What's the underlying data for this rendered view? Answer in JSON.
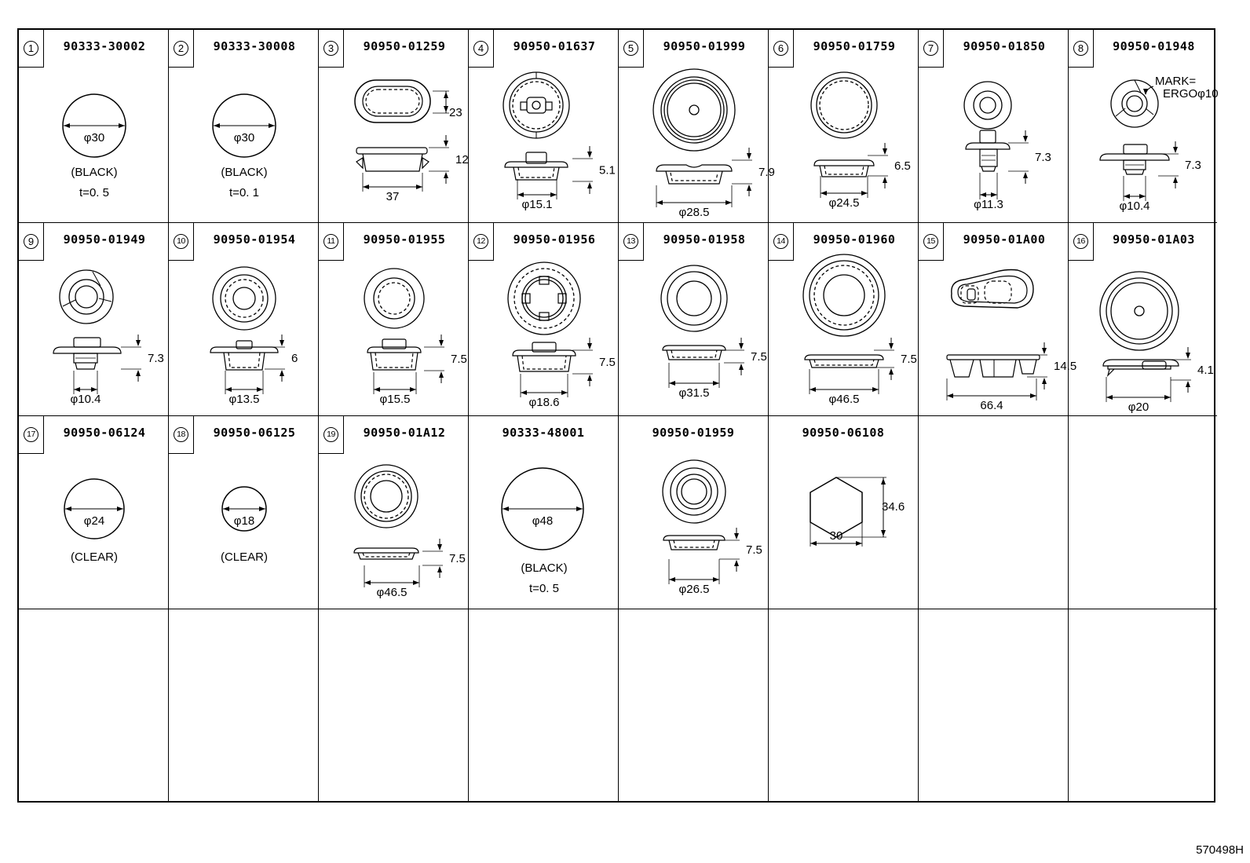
{
  "reference_id": "570498H",
  "parts": [
    {
      "index": "1",
      "part_number": "90333-30002",
      "dims": [
        "φ30"
      ],
      "notes": [
        "(BLACK)",
        "t=0. 5"
      ]
    },
    {
      "index": "2",
      "part_number": "90333-30008",
      "dims": [
        "φ30"
      ],
      "notes": [
        "(BLACK)",
        "t=0. 1"
      ]
    },
    {
      "index": "3",
      "part_number": "90950-01259",
      "dims": [
        "23",
        "12",
        "37"
      ],
      "notes": []
    },
    {
      "index": "4",
      "part_number": "90950-01637",
      "dims": [
        "5.1",
        "φ15.1"
      ],
      "notes": []
    },
    {
      "index": "5",
      "part_number": "90950-01999",
      "dims": [
        "7.9",
        "φ28.5"
      ],
      "notes": []
    },
    {
      "index": "6",
      "part_number": "90950-01759",
      "dims": [
        "6.5",
        "φ24.5"
      ],
      "notes": []
    },
    {
      "index": "7",
      "part_number": "90950-01850",
      "dims": [
        "7.3",
        "φ11.3"
      ],
      "notes": []
    },
    {
      "index": "8",
      "part_number": "90950-01948",
      "dims": [
        "7.3",
        "φ10.4"
      ],
      "notes": [
        "MARK=",
        "ERGOφ10"
      ]
    },
    {
      "index": "9",
      "part_number": "90950-01949",
      "dims": [
        "7.3",
        "φ10.4"
      ],
      "notes": []
    },
    {
      "index": "10",
      "part_number": "90950-01954",
      "dims": [
        "6",
        "φ13.5"
      ],
      "notes": []
    },
    {
      "index": "11",
      "part_number": "90950-01955",
      "dims": [
        "7.5",
        "φ15.5"
      ],
      "notes": []
    },
    {
      "index": "12",
      "part_number": "90950-01956",
      "dims": [
        "7.5",
        "φ18.6"
      ],
      "notes": []
    },
    {
      "index": "13",
      "part_number": "90950-01958",
      "dims": [
        "7.5",
        "φ31.5"
      ],
      "notes": []
    },
    {
      "index": "14",
      "part_number": "90950-01960",
      "dims": [
        "7.5",
        "φ46.5"
      ],
      "notes": []
    },
    {
      "index": "15",
      "part_number": "90950-01A00",
      "dims": [
        "14.5",
        "66.4"
      ],
      "notes": []
    },
    {
      "index": "16",
      "part_number": "90950-01A03",
      "dims": [
        "4.1",
        "φ20"
      ],
      "notes": []
    },
    {
      "index": "17",
      "part_number": "90950-06124",
      "dims": [
        "φ24"
      ],
      "notes": [
        "(CLEAR)"
      ]
    },
    {
      "index": "18",
      "part_number": "90950-06125",
      "dims": [
        "φ18"
      ],
      "notes": [
        "(CLEAR)"
      ]
    },
    {
      "index": "19",
      "part_number": "90950-01A12",
      "dims": [
        "7.5",
        "φ46.5"
      ],
      "notes": []
    },
    {
      "index": "",
      "part_number": "90333-48001",
      "dims": [
        "φ48"
      ],
      "notes": [
        "(BLACK)",
        "t=0. 5"
      ]
    },
    {
      "index": "",
      "part_number": "90950-01959",
      "dims": [
        "7.5",
        "φ26.5"
      ],
      "notes": []
    },
    {
      "index": "",
      "part_number": "90950-06108",
      "dims": [
        "34.6",
        "30"
      ],
      "notes": []
    }
  ]
}
